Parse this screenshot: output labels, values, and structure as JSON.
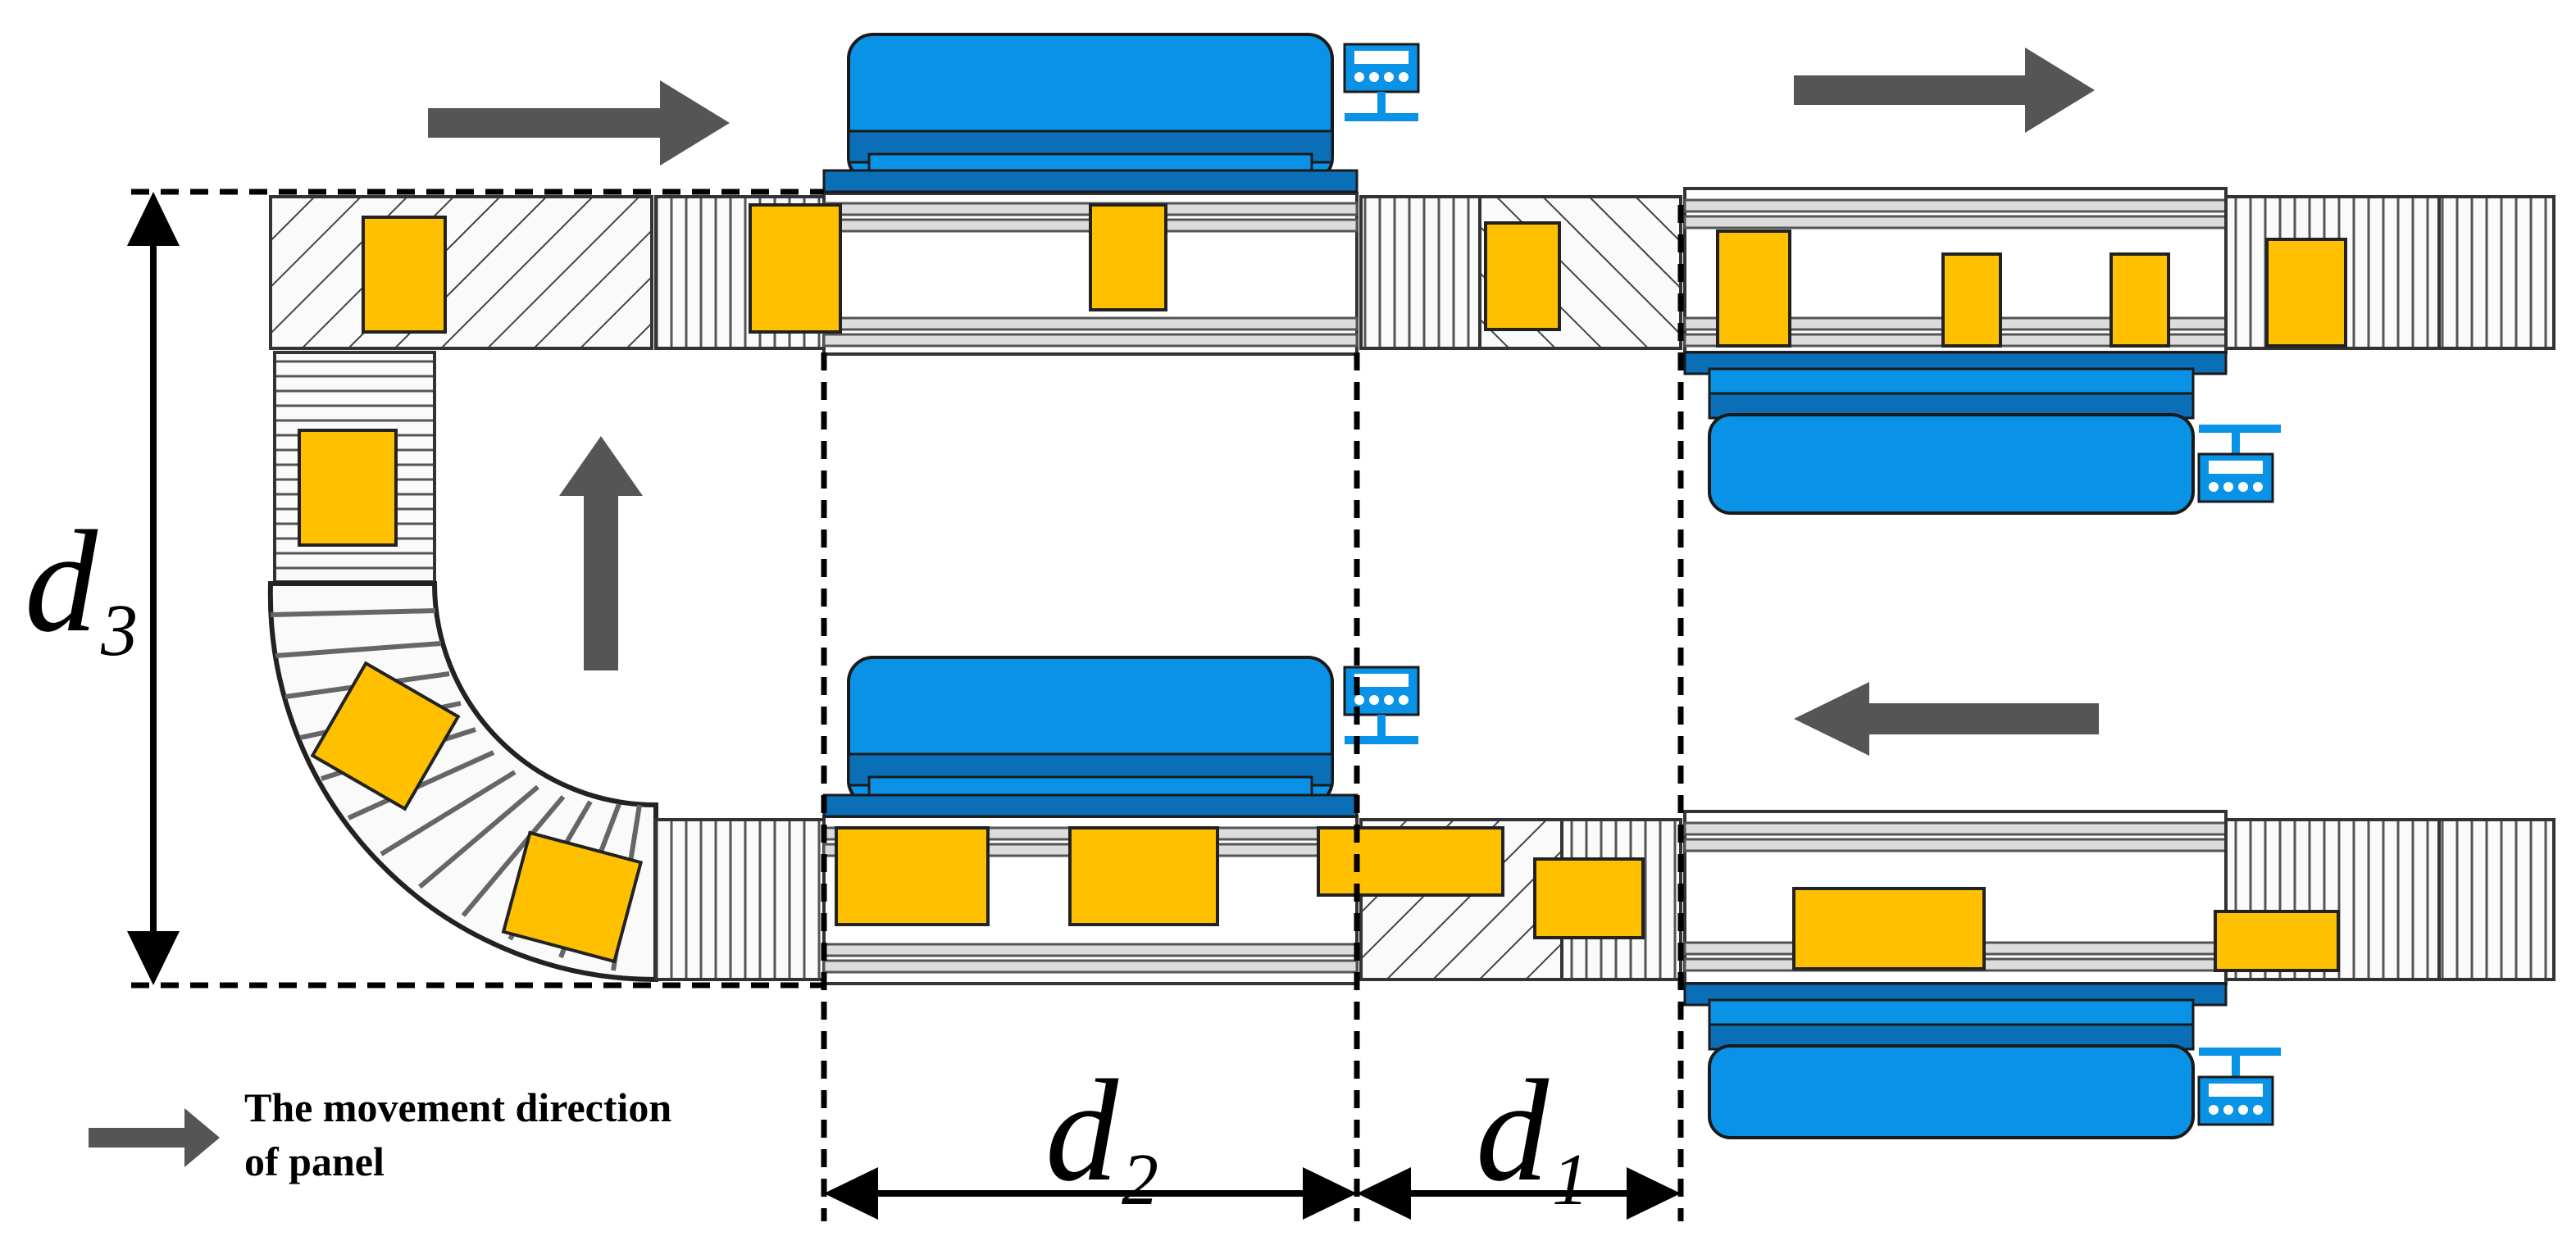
{
  "dimensions": {
    "d1": {
      "base": "d",
      "sub": "1"
    },
    "d2": {
      "base": "d",
      "sub": "2"
    },
    "d3": {
      "base": "d",
      "sub": "3"
    }
  },
  "legend": {
    "line1": "The movement direction",
    "line2": "of panel",
    "icon": "arrow-right-icon"
  },
  "colors": {
    "machine": "#0a93e6",
    "machine_dark": "#0b6fb8",
    "panel": "#ffc000",
    "arrow": "#555555"
  }
}
